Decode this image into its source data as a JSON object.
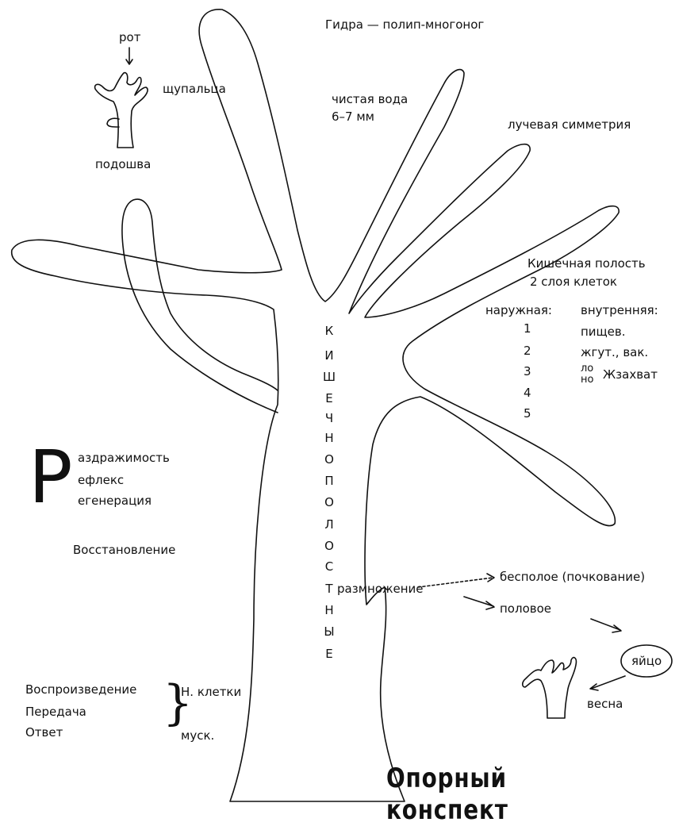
{
  "title": "Гидра — полип-многоног",
  "habitat": {
    "line1": "чистая вода",
    "line2": "6–7 мм"
  },
  "symmetry": "лучевая симметрия",
  "small_hydra": {
    "mouth": "рот",
    "tentacles": "щупальца",
    "sole": "подошва"
  },
  "cavity": {
    "title": "Кишечная полость",
    "layers": "2 слоя клеток"
  },
  "layers": {
    "outer_header": "наружная:",
    "inner_header": "внутренняя:",
    "outer_numbers": [
      "1",
      "2",
      "3",
      "4",
      "5"
    ],
    "inner_1": "пищев.",
    "inner_2": "жгут., вак.",
    "inner_3a": "ло",
    "inner_3b": "но",
    "inner_3c": "Жзахват"
  },
  "vertical_word": [
    "К",
    "И",
    "Ш",
    "Е",
    "Ч",
    "Н",
    "О",
    "П",
    "О",
    "Л",
    "О",
    "С",
    "Т",
    "Н",
    "Ы",
    "Е"
  ],
  "p_block": {
    "letter": "Р",
    "line1": "аздражимость",
    "line2": "ефлекс",
    "line3": "егенерация"
  },
  "restoration": "Восстановление",
  "reflex_arc": {
    "items": [
      "Воспроизведение",
      "Передача",
      "Ответ"
    ],
    "cells_nerve": "Н. клетки",
    "cells_muscle": "муск."
  },
  "reproduction": {
    "label": "размножение",
    "asexual": "бесполое (почкование)",
    "sexual": "половое",
    "egg": "яйцо",
    "spring": "весна"
  },
  "footer_title": "Опорный конспект"
}
